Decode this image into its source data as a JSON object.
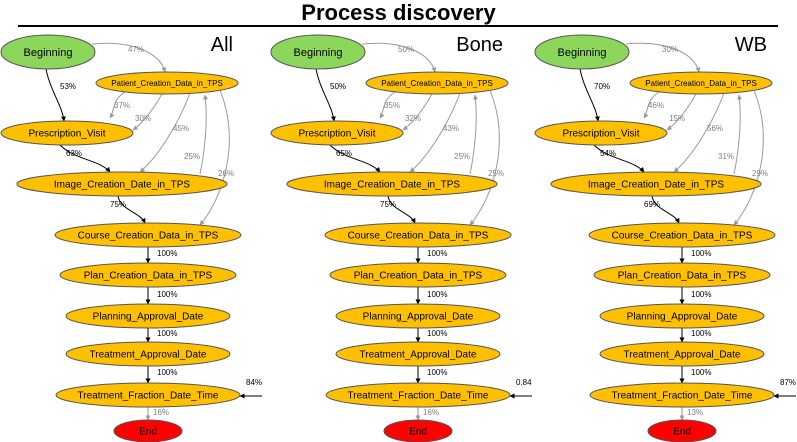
{
  "title": "Process discovery",
  "colors": {
    "start": "#8cd65c",
    "activity": "#ffc000",
    "end": "#ff0000",
    "dark_edge": "#000000",
    "gray_edge": "#9a9a9a"
  },
  "panels": [
    {
      "label": "All",
      "edges": {
        "begin_to_patient": "47%",
        "begin_to_prescription": "53%",
        "patient_to_prescription_a": "37%",
        "patient_to_prescription_b": "30%",
        "patient_to_image": "45%",
        "image_to_patient": "25%",
        "patient_to_course": "26%",
        "prescription_to_image": "63%",
        "image_to_course": "75%",
        "course_to_plan": "100%",
        "plan_to_planning": "100%",
        "planning_to_treatment": "100%",
        "treatment_to_fraction": "100%",
        "fraction_loop": "84%",
        "fraction_to_end": "16%"
      }
    },
    {
      "label": "Bone",
      "edges": {
        "begin_to_patient": "50%",
        "begin_to_prescription": "50%",
        "patient_to_prescription_a": "35%",
        "patient_to_prescription_b": "32%",
        "patient_to_image": "43%",
        "image_to_patient": "25%",
        "patient_to_course": "25%",
        "prescription_to_image": "65%",
        "image_to_course": "75%",
        "course_to_plan": "100%",
        "plan_to_planning": "100%",
        "planning_to_treatment": "100%",
        "treatment_to_fraction": "100%",
        "fraction_loop": "0.84",
        "fraction_to_end": "16%"
      }
    },
    {
      "label": "WB",
      "edges": {
        "begin_to_patient": "30%",
        "begin_to_prescription": "70%",
        "patient_to_prescription_a": "46%",
        "patient_to_prescription_b": "15%",
        "patient_to_image": "56%",
        "image_to_patient": "31%",
        "patient_to_course": "29%",
        "prescription_to_image": "54%",
        "image_to_course": "69%",
        "course_to_plan": "100%",
        "plan_to_planning": "100%",
        "planning_to_treatment": "100%",
        "treatment_to_fraction": "100%",
        "fraction_loop": "87%",
        "fraction_to_end": "13%"
      }
    }
  ],
  "nodes": {
    "beginning": "Beginning",
    "patient": "Patient_Creation_Data_in_TPS",
    "prescription": "Prescription_Visit",
    "image": "Image_Creation_Date_in_TPS",
    "course": "Course_Creation_Data_in_TPS",
    "plan": "Plan_Creation_Data_in_TPS",
    "planning": "Planning_Approval_Date",
    "treatment": "Treatment_Approval_Date",
    "fraction": "Treatment_Fraction_Date_Time",
    "end": "End"
  }
}
